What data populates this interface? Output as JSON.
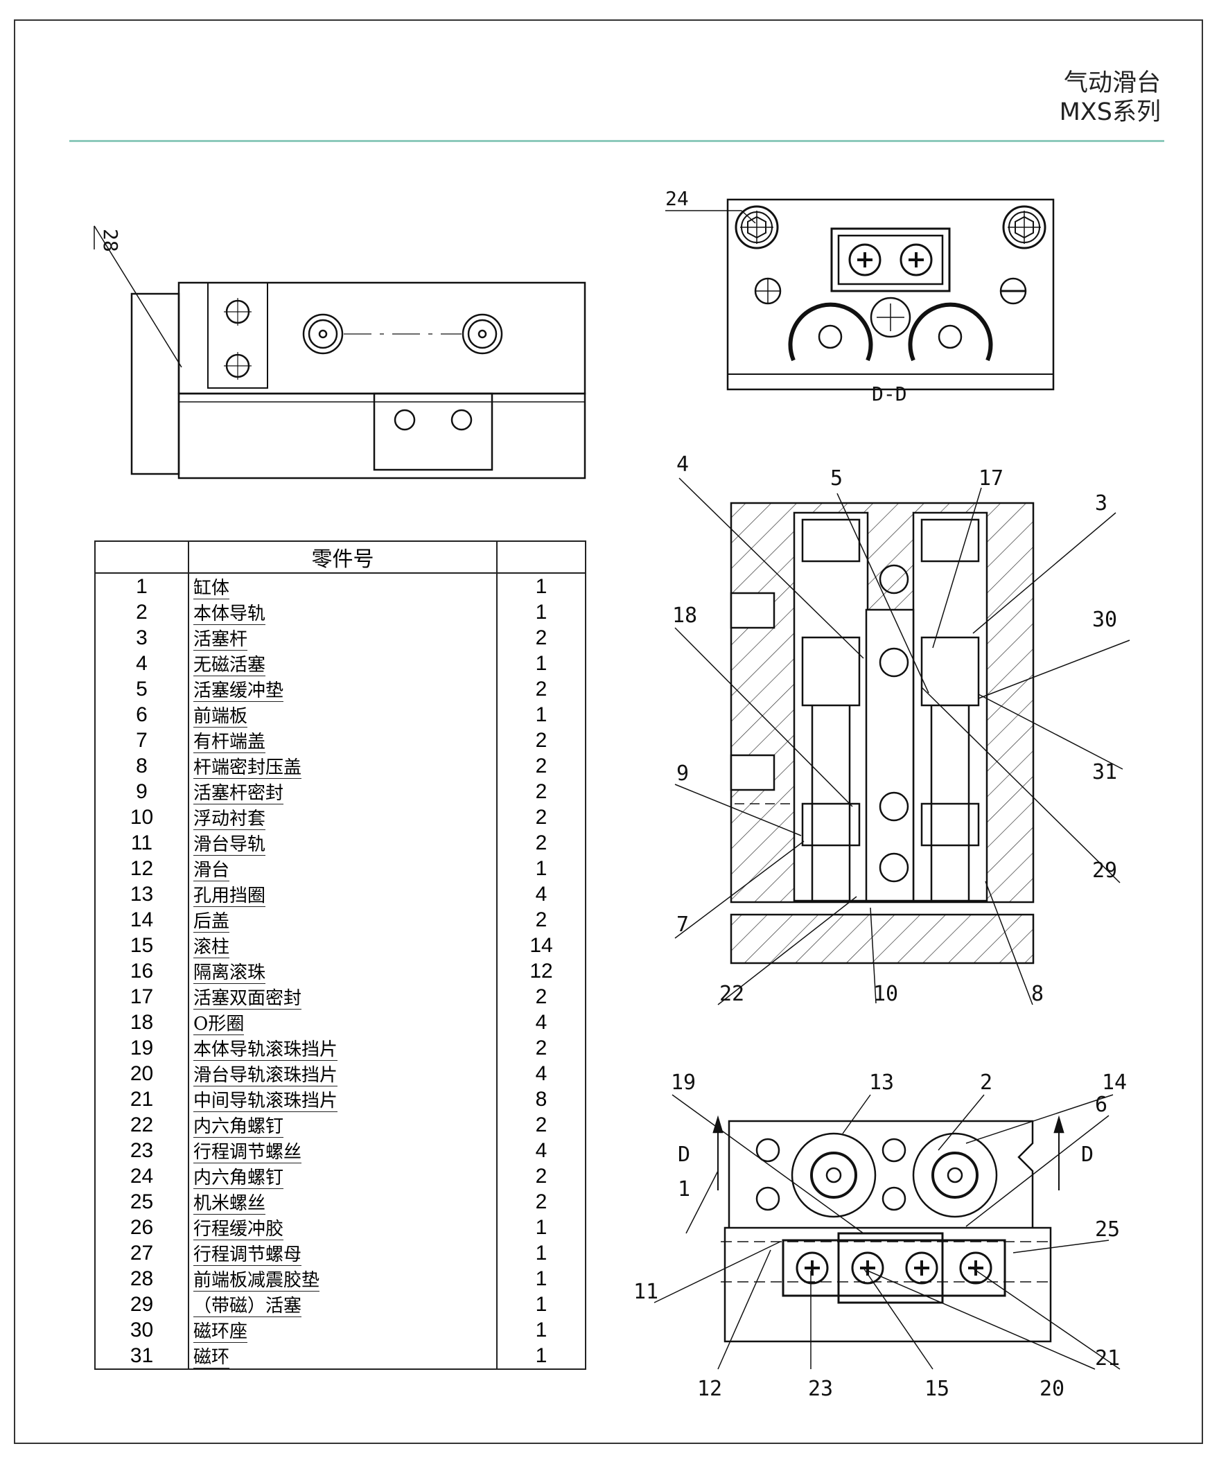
{
  "header": {
    "title_cn": "气动滑台",
    "series": "MXS系列"
  },
  "accent_color": "#8cc9bb",
  "section_label": "D-D",
  "cut_label": "D",
  "callouts": [
    "24",
    "28",
    "4",
    "5",
    "17",
    "3",
    "18",
    "30",
    "31",
    "9",
    "29",
    "7",
    "22",
    "10",
    "8",
    "19",
    "13",
    "2",
    "14",
    "6",
    "1",
    "25",
    "11",
    "21",
    "12",
    "23",
    "15",
    "20"
  ],
  "parts_table": {
    "header": "零件号",
    "rows": [
      {
        "no": "1",
        "name": "缸体",
        "qty": "1"
      },
      {
        "no": "2",
        "name": "本体导轨",
        "qty": "1"
      },
      {
        "no": "3",
        "name": "活塞杆",
        "qty": "2"
      },
      {
        "no": "4",
        "name": "无磁活塞",
        "qty": "1"
      },
      {
        "no": "5",
        "name": "活塞缓冲垫",
        "qty": "2"
      },
      {
        "no": "6",
        "name": "前端板",
        "qty": "1"
      },
      {
        "no": "7",
        "name": "有杆端盖",
        "qty": "2"
      },
      {
        "no": "8",
        "name": "杆端密封压盖",
        "qty": "2"
      },
      {
        "no": "9",
        "name": "活塞杆密封",
        "qty": "2"
      },
      {
        "no": "10",
        "name": "浮动衬套",
        "qty": "2"
      },
      {
        "no": "11",
        "name": "滑台导轨",
        "qty": "2"
      },
      {
        "no": "12",
        "name": "滑台",
        "qty": "1"
      },
      {
        "no": "13",
        "name": "孔用挡圈",
        "qty": "4"
      },
      {
        "no": "14",
        "name": "后盖",
        "qty": "2"
      },
      {
        "no": "15",
        "name": "滚柱",
        "qty": "14"
      },
      {
        "no": "16",
        "name": "隔离滚珠",
        "qty": "12"
      },
      {
        "no": "17",
        "name": "活塞双面密封",
        "qty": "2"
      },
      {
        "no": "18",
        "name": "O形圈",
        "qty": "4"
      },
      {
        "no": "19",
        "name": "本体导轨滚珠挡片",
        "qty": "2"
      },
      {
        "no": "20",
        "name": "滑台导轨滚珠挡片",
        "qty": "4"
      },
      {
        "no": "21",
        "name": "中间导轨滚珠挡片",
        "qty": "8"
      },
      {
        "no": "22",
        "name": "内六角螺钉",
        "qty": "2"
      },
      {
        "no": "23",
        "name": "行程调节螺丝",
        "qty": "4"
      },
      {
        "no": "24",
        "name": "内六角螺钉",
        "qty": "2"
      },
      {
        "no": "25",
        "name": "机米螺丝",
        "qty": "2"
      },
      {
        "no": "26",
        "name": "行程缓冲胶",
        "qty": "1"
      },
      {
        "no": "27",
        "name": "行程调节螺母",
        "qty": "1"
      },
      {
        "no": "28",
        "name": "前端板减震胶垫",
        "qty": "1"
      },
      {
        "no": "29",
        "name": "（带磁）活塞",
        "qty": "1"
      },
      {
        "no": "30",
        "name": "磁环座",
        "qty": "1"
      },
      {
        "no": "31",
        "name": "磁环",
        "qty": "1"
      }
    ]
  }
}
